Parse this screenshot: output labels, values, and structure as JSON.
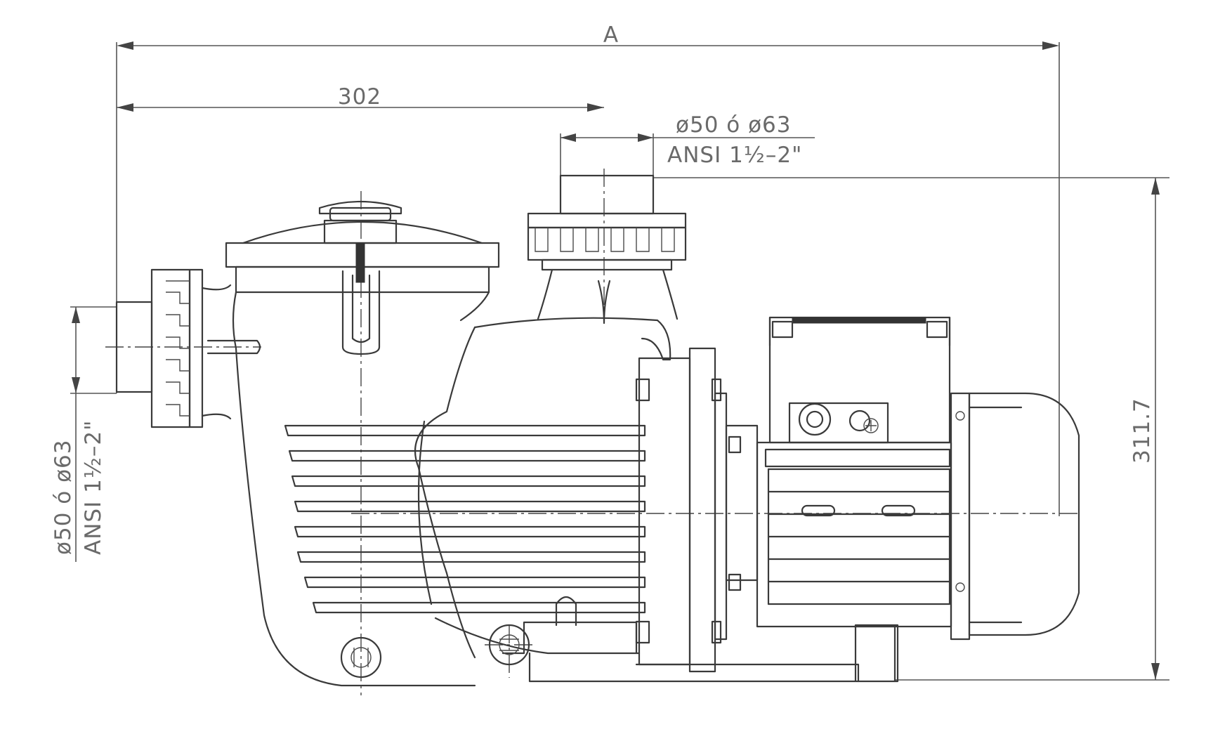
{
  "diagram": {
    "dimensions": {
      "overall_length": "A",
      "suction_to_outlet_axis": "302",
      "outlet_connection": {
        "line1": "ø50 ó ø63",
        "line2": "ANSI 1½–2\""
      },
      "inlet_connection": {
        "line1": "ø50 ó ø63",
        "line2": "ANSI 1½–2\""
      },
      "height": "311.7"
    },
    "colors": {
      "line": "#3a3a3a",
      "dimension_text": "#6a6a6a",
      "background": "#ffffff"
    }
  }
}
